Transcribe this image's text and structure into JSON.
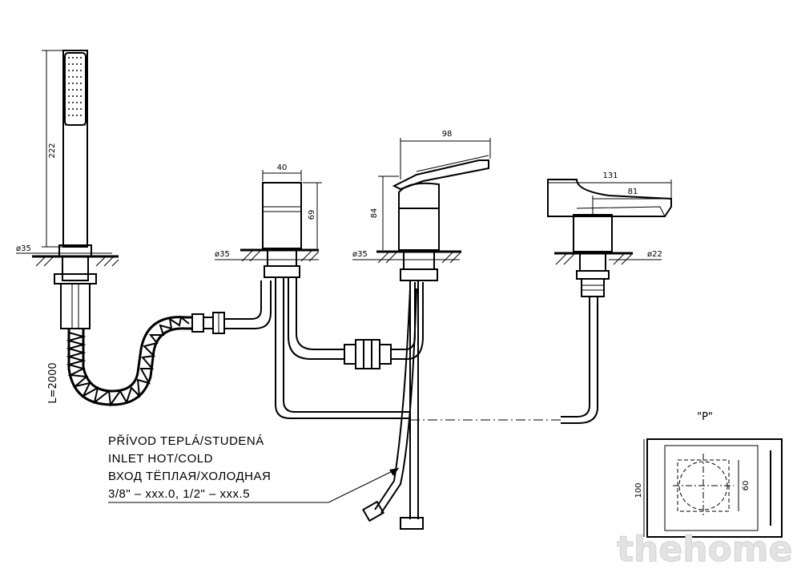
{
  "dimensions": {
    "shower_head_height": "222",
    "shower_diameter": "ø35",
    "hose_length": "L=2000",
    "valve_width": "40",
    "valve_height": "69",
    "valve_diameter": "ø35",
    "mixer_width": "98",
    "mixer_height": "84",
    "mixer_diameter": "ø35",
    "spout_length": "131",
    "spout_reach": "81",
    "spout_diameter": "ø22",
    "detail_label": "\"P\"",
    "detail_height": "100",
    "detail_inner": "60"
  },
  "inlet_note": {
    "line1": "PŘÍVOD TEPLÁ/STUDENÁ",
    "line2": "INLET HOT/COLD",
    "line3": "ВХОД ТЁПЛАЯ/ХОЛОДНАЯ",
    "line4": "3/8\" – xxx.0, 1/2\" – xxx.5"
  },
  "watermark": "thehome"
}
